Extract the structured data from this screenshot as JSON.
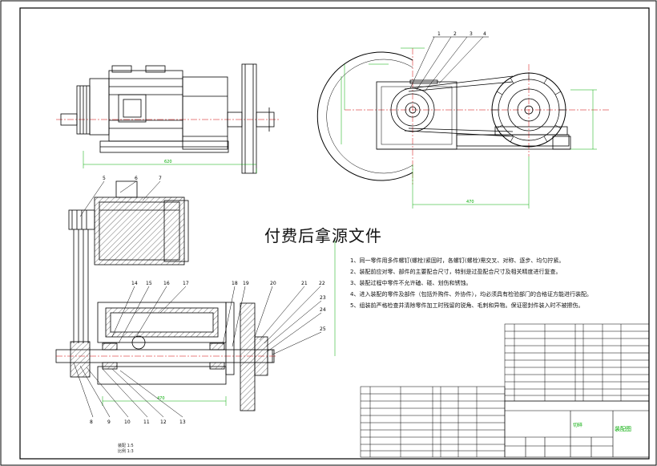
{
  "overlay": {
    "text": "付费后拿源文件"
  },
  "notes": {
    "lines": [
      "1、同一零件用多件螺钉(螺栓)紧固时，各螺钉(螺栓)需交叉、对称、逐步、均匀拧紧。",
      "2、装配前应对零、部件的主要配合尺寸，特别是过盈配合尺寸及相关精度进行复查。",
      "3、装配过程中零件不允许磕、碰、划伤和锈蚀。",
      "4、进入装配的零件及部件（包括外购件、外协件），均必须具有检验部门的合格证方能进行装配。",
      "5、组装前严格检查并清除零件加工时残留的锐角、毛刺和异物。保证密封件装入时不被擦伤。"
    ]
  },
  "callouts": {
    "top_right": [
      "1",
      "2",
      "3",
      "4"
    ],
    "section_top": [
      "5",
      "6",
      "7"
    ],
    "section_mid": [
      "14",
      "15",
      "16",
      "17",
      "18",
      "19",
      "20",
      "21",
      "22",
      "23",
      "24",
      "25"
    ],
    "section_bottom": [
      "8",
      "9",
      "10",
      "11",
      "12",
      "13"
    ]
  },
  "dimensions": {
    "front_length": "620",
    "side_width": "470",
    "section_length": "470"
  },
  "scale": {
    "line1": "装配 1:5",
    "line2": "比例 1:3"
  },
  "title_block": {
    "name": "切碎",
    "company": "装配图"
  },
  "colors": {
    "line": "#000000",
    "dim": "#00aa00",
    "centerline": "#d00000",
    "hatch": "#333333"
  }
}
